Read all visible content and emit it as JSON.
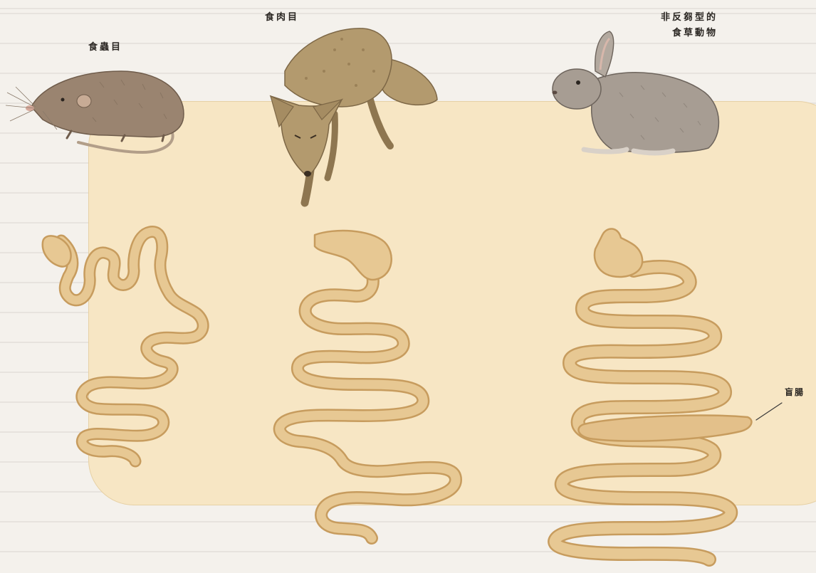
{
  "figure": {
    "labels": {
      "insectivore": "食蟲目",
      "carnivore": "食肉目",
      "herbivore": "非反芻型的\n食草動物",
      "cecum": "盲腸"
    },
    "colors": {
      "background": "#f4f1ec",
      "panel": "#f7e6c4",
      "intestine_fill": "#e7c893",
      "intestine_edge": "#c79c5e",
      "fur_brown": "#9a8470",
      "fur_tan": "#b39a6e",
      "fur_grey": "#a79d93"
    },
    "animals": [
      {
        "name": "shrew",
        "icon": "shrew-illustration"
      },
      {
        "name": "fox",
        "icon": "fox-illustration"
      },
      {
        "name": "rabbit",
        "icon": "rabbit-illustration"
      }
    ]
  }
}
